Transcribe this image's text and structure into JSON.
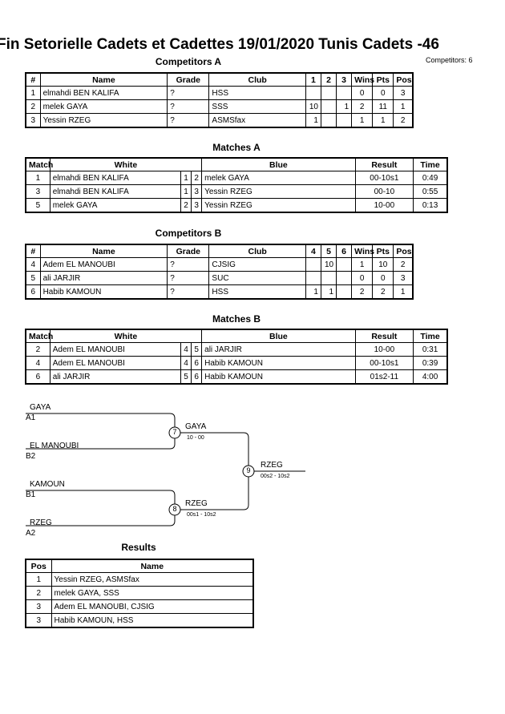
{
  "header": {
    "title": "Fin Setorielle Cadets et Cadettes  19/01/2020  Tunis   Cadets -46",
    "competitors_count": "Competitors: 6"
  },
  "pool_a": {
    "competitors_title": "Competitors A",
    "competitors_headers": [
      "#",
      "Name",
      "Grade",
      "Club",
      "1",
      "2",
      "3",
      "Wins",
      "Pts",
      "Pos"
    ],
    "competitors": [
      [
        "1",
        "elmahdi BEN KALIFA",
        "?",
        "HSS",
        "",
        "",
        "",
        "0",
        "0",
        "3"
      ],
      [
        "2",
        "melek GAYA",
        "?",
        "SSS",
        "10",
        "",
        "1",
        "2",
        "11",
        "1"
      ],
      [
        "3",
        "Yessin RZEG",
        "?",
        "ASMSfax",
        "1",
        "",
        "",
        "1",
        "1",
        "2"
      ]
    ],
    "matches_title": "Matches A",
    "matches_headers": [
      "Match",
      "White",
      "",
      "",
      "Blue",
      "Result",
      "Time"
    ],
    "matches": [
      [
        "1",
        "elmahdi BEN KALIFA",
        "1",
        "2",
        "melek GAYA",
        "00-10s1",
        "0:49"
      ],
      [
        "3",
        "elmahdi BEN KALIFA",
        "1",
        "3",
        "Yessin RZEG",
        "00-10",
        "0:55"
      ],
      [
        "5",
        "melek GAYA",
        "2",
        "3",
        "Yessin RZEG",
        "10-00",
        "0:13"
      ]
    ]
  },
  "pool_b": {
    "competitors_title": "Competitors B",
    "competitors_headers": [
      "#",
      "Name",
      "Grade",
      "Club",
      "4",
      "5",
      "6",
      "Wins",
      "Pts",
      "Pos"
    ],
    "competitors": [
      [
        "4",
        "Adem EL MANOUBI",
        "?",
        "CJSIG",
        "",
        "10",
        "",
        "1",
        "10",
        "2"
      ],
      [
        "5",
        "ali JARJIR",
        "?",
        "SUC",
        "",
        "",
        "",
        "0",
        "0",
        "3"
      ],
      [
        "6",
        "Habib KAMOUN",
        "?",
        "HSS",
        "1",
        "1",
        "",
        "2",
        "2",
        "1"
      ]
    ],
    "matches_title": "Matches B",
    "matches_headers": [
      "Match",
      "White",
      "",
      "",
      "Blue",
      "Result",
      "Time"
    ],
    "matches": [
      [
        "2",
        "Adem EL MANOUBI",
        "4",
        "5",
        "ali JARJIR",
        "10-00",
        "0:31"
      ],
      [
        "4",
        "Adem EL MANOUBI",
        "4",
        "6",
        "Habib KAMOUN",
        "00-10s1",
        "0:39"
      ],
      [
        "6",
        "ali JARJIR",
        "5",
        "6",
        "Habib KAMOUN",
        "01s2-11",
        "4:00"
      ]
    ]
  },
  "bracket": {
    "entries": [
      {
        "name": "GAYA",
        "seed": "A1"
      },
      {
        "name": "EL MANOUBI",
        "seed": "B2"
      },
      {
        "name": "KAMOUN",
        "seed": "B1"
      },
      {
        "name": "RZEG",
        "seed": "A2"
      }
    ],
    "semi1": {
      "match": "7",
      "winner": "GAYA",
      "score": "10 - 00"
    },
    "semi2": {
      "match": "8",
      "winner": "RZEG",
      "score": "00s1 - 10s2"
    },
    "final": {
      "match": "9",
      "winner": "RZEG",
      "score": "00s2 - 10s2"
    }
  },
  "results": {
    "title": "Results",
    "headers": [
      "Pos",
      "Name"
    ],
    "rows": [
      [
        "1",
        "Yessin RZEG, ASMSfax"
      ],
      [
        "2",
        "melek GAYA, SSS"
      ],
      [
        "3",
        "Adem EL MANOUBI, CJSIG"
      ],
      [
        "3",
        "Habib KAMOUN, HSS"
      ]
    ]
  }
}
